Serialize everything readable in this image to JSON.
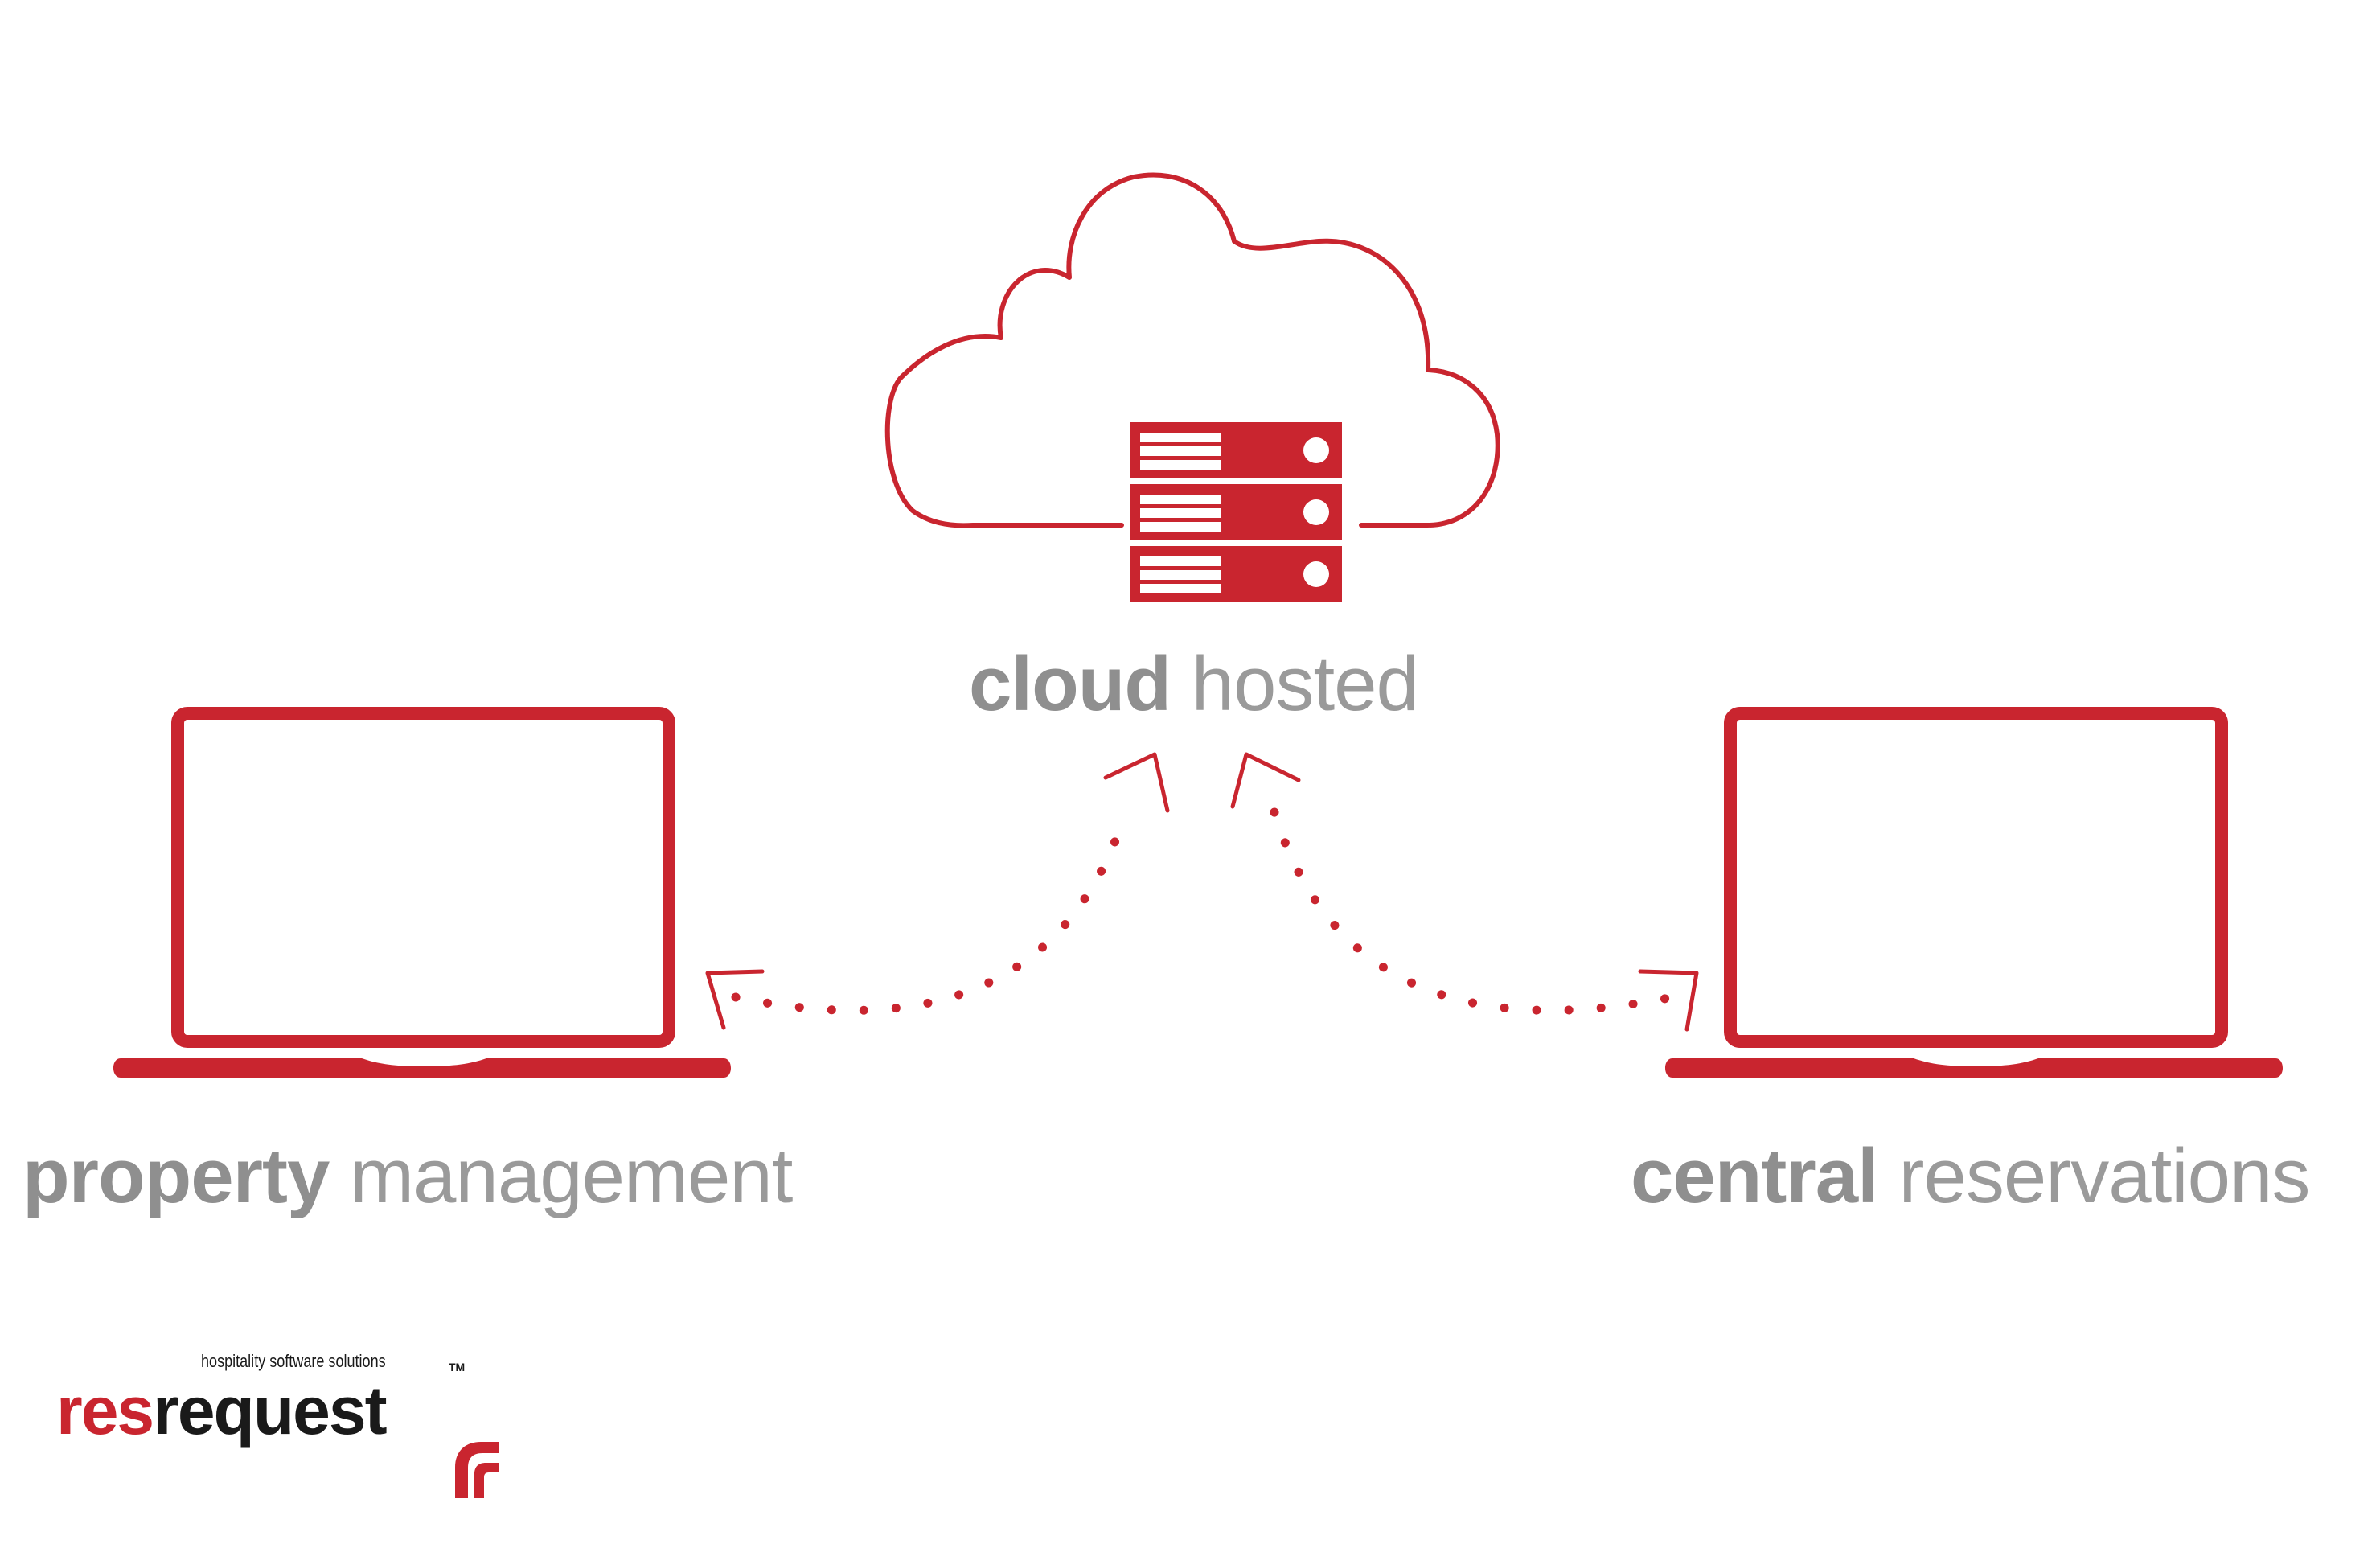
{
  "colors": {
    "accent": "#c9252f",
    "label_gray": "#8f8f8f",
    "dark": "#1a1a1a"
  },
  "nodes": {
    "cloud": {
      "strong": "cloud",
      "light": "hosted",
      "icon": "cloud-server-icon"
    },
    "property_management": {
      "strong": "property",
      "light": "management",
      "icon": "laptop-icon"
    },
    "central_reservations": {
      "strong": "central",
      "light": "reservations",
      "icon": "laptop-icon"
    }
  },
  "edges": [
    {
      "from": "property_management",
      "to": "cloud",
      "style": "dotted",
      "arrows": "both"
    },
    {
      "from": "central_reservations",
      "to": "cloud",
      "style": "dotted",
      "arrows": "both"
    }
  ],
  "logo": {
    "tagline": "hospitality software solutions",
    "tm": "TM",
    "word_part1": "res",
    "word_part2": "request"
  }
}
